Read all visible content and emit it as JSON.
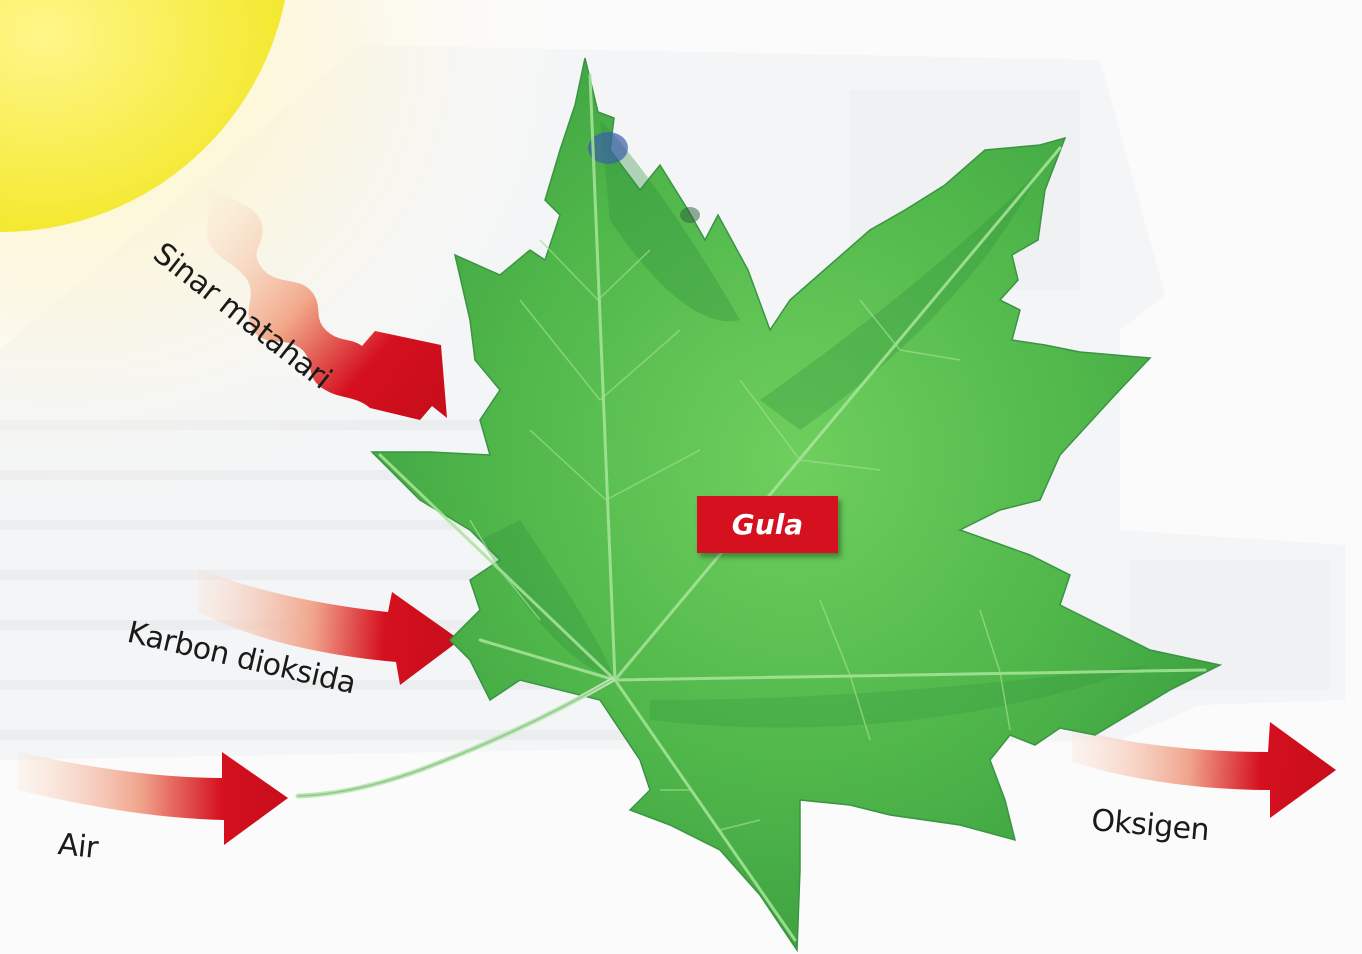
{
  "labels": {
    "sunlight": "Sinar matahari",
    "carbon_dioxide": "Karbon dioksida",
    "water": "Air",
    "oxygen": "Oksigen",
    "sugar": "Gula"
  },
  "colors": {
    "sun": "#f6ef3a",
    "arrow_red": "#d5101f",
    "arrow_fade": "#f7d0b8",
    "leaf_light": "#7fd36a",
    "leaf_dark": "#2f8f3c",
    "sugar_box": "#d5101f"
  },
  "icons": {
    "sun": "sun-icon",
    "leaf": "maple-leaf-icon"
  }
}
